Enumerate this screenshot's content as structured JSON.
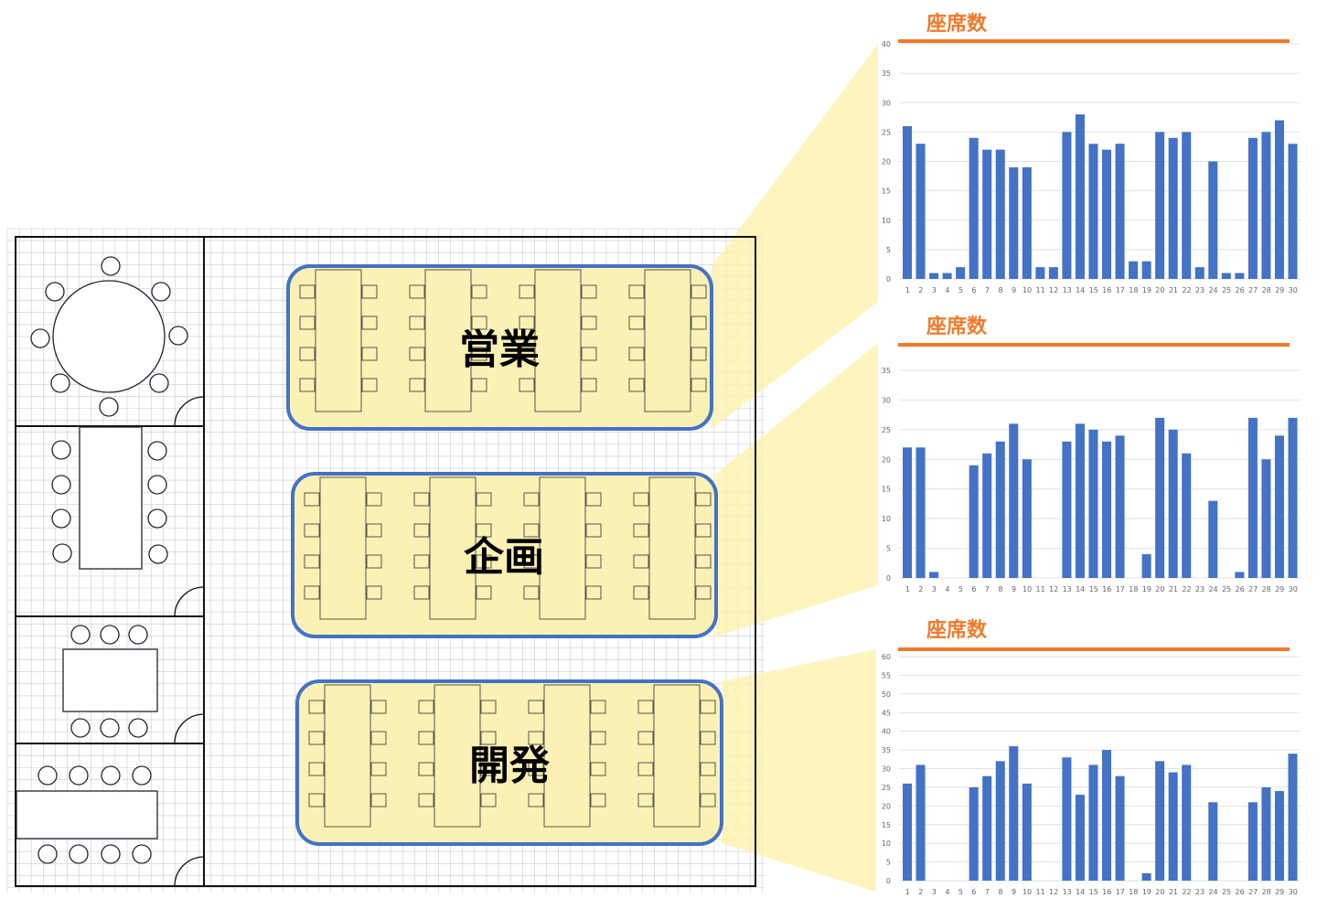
{
  "zones": [
    {
      "label": "営業"
    },
    {
      "label": "企画"
    },
    {
      "label": "開発"
    }
  ],
  "colors": {
    "zone_fill": "#fbf1b4",
    "zone_stroke": "#4472c4",
    "bar": "#4472c4",
    "title": "#f07a2a",
    "projection": "#fdf2a8"
  },
  "chart_data": [
    {
      "type": "bar",
      "title": "座席数",
      "xlabel": "",
      "ylabel": "",
      "categories": [
        1,
        2,
        3,
        4,
        5,
        6,
        7,
        8,
        9,
        10,
        11,
        12,
        13,
        14,
        15,
        16,
        17,
        18,
        19,
        20,
        21,
        22,
        23,
        24,
        25,
        26,
        27,
        28,
        29,
        30
      ],
      "values": [
        26,
        23,
        1,
        1,
        2,
        24,
        22,
        22,
        19,
        19,
        2,
        2,
        25,
        28,
        23,
        22,
        23,
        3,
        3,
        25,
        24,
        25,
        2,
        20,
        1,
        1,
        24,
        25,
        27,
        23
      ],
      "ylim": [
        0,
        40
      ],
      "yticks": [
        0,
        5,
        10,
        15,
        20,
        25,
        30,
        35,
        40
      ],
      "grid": true
    },
    {
      "type": "bar",
      "title": "座席数",
      "xlabel": "",
      "ylabel": "",
      "categories": [
        1,
        2,
        3,
        4,
        5,
        6,
        7,
        8,
        9,
        10,
        11,
        12,
        13,
        14,
        15,
        16,
        17,
        18,
        19,
        20,
        21,
        22,
        23,
        24,
        25,
        26,
        27,
        28,
        29,
        30
      ],
      "values": [
        22,
        22,
        1,
        0,
        0,
        19,
        21,
        23,
        26,
        20,
        0,
        0,
        23,
        26,
        25,
        23,
        24,
        0,
        4,
        27,
        25,
        21,
        0,
        13,
        0,
        1,
        27,
        20,
        24,
        27
      ],
      "ylim": [
        0,
        35
      ],
      "yticks": [
        0,
        5,
        10,
        15,
        20,
        25,
        30,
        35
      ],
      "grid": true
    },
    {
      "type": "bar",
      "title": "座席数",
      "xlabel": "",
      "ylabel": "",
      "categories": [
        1,
        2,
        3,
        4,
        5,
        6,
        7,
        8,
        9,
        10,
        11,
        12,
        13,
        14,
        15,
        16,
        17,
        18,
        19,
        20,
        21,
        22,
        23,
        24,
        25,
        26,
        27,
        28,
        29,
        30
      ],
      "values": [
        26,
        31,
        0,
        0,
        0,
        25,
        28,
        32,
        36,
        26,
        0,
        0,
        33,
        23,
        31,
        35,
        28,
        0,
        2,
        32,
        29,
        31,
        0,
        21,
        0,
        0,
        21,
        25,
        24,
        34
      ],
      "ylim": [
        0,
        60
      ],
      "yticks": [
        0,
        5,
        10,
        15,
        20,
        25,
        30,
        35,
        40,
        45,
        50,
        55,
        60
      ],
      "grid": true
    }
  ]
}
